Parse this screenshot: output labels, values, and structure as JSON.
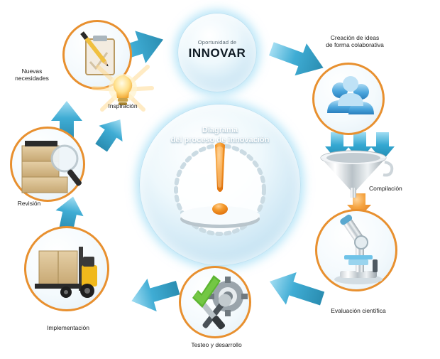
{
  "diagram": {
    "title_center_line1": "Diagrama",
    "title_center_line2": "del proceso de innovación",
    "hub": {
      "top_small": "Oportunidad de",
      "top_big": "INNOVAR",
      "icon": "exclamation-mark-icon"
    },
    "nodes": [
      {
        "id": "nuevas-necesidades",
        "label_line1": "Nuevas",
        "label_line2": "necesidades",
        "icon": "clipboard-pencil-icon",
        "ring": "#e8902f"
      },
      {
        "id": "inspiracion",
        "label_line1": "Inspiración",
        "label_line2": "",
        "icon": "lightbulb-icon",
        "ring": "#e8902f"
      },
      {
        "id": "oportunidad-innovar",
        "label_line1": "Oportunidad de",
        "label_line2": "INNOVAR",
        "icon": "glass-sphere-icon",
        "ring": "#9fd9ef"
      },
      {
        "id": "creacion-ideas",
        "label_line1": "Creación de ideas",
        "label_line2": "de forma colaborativa",
        "icon": "people-group-icon",
        "ring": "#e8902f"
      },
      {
        "id": "compilacion",
        "label_line1": "Compilación",
        "label_line2": "",
        "icon": "funnel-icon",
        "ring": "none"
      },
      {
        "id": "evaluacion-cientifica",
        "label_line1": "Evaluación científica",
        "label_line2": "",
        "icon": "microscope-icon",
        "ring": "#e8902f"
      },
      {
        "id": "testeo-desarrollo",
        "label_line1": "Testeo y desarrollo",
        "label_line2": "",
        "icon": "checkmark-gear-tools-icon",
        "ring": "#e8902f"
      },
      {
        "id": "implementacion",
        "label_line1": "Implementación",
        "label_line2": "",
        "icon": "forklift-box-icon",
        "ring": "#e8902f"
      },
      {
        "id": "revision",
        "label_line1": "Revisión",
        "label_line2": "",
        "icon": "boxes-magnifier-icon",
        "ring": "#e8902f"
      }
    ],
    "arrows": [
      {
        "id": "arrow-needs-to-opportunity",
        "direction": "right-up"
      },
      {
        "id": "arrow-opportunity-to-ideas",
        "direction": "right-down"
      },
      {
        "id": "arrow-ideas-to-funnel-1",
        "direction": "down"
      },
      {
        "id": "arrow-ideas-to-funnel-2",
        "direction": "down"
      },
      {
        "id": "arrow-ideas-to-funnel-3",
        "direction": "down"
      },
      {
        "id": "arrow-funnel-to-evaluation",
        "direction": "down"
      },
      {
        "id": "arrow-evaluation-to-testing",
        "direction": "left-down"
      },
      {
        "id": "arrow-testing-to-implementation",
        "direction": "left-up"
      },
      {
        "id": "arrow-implementation-to-review",
        "direction": "up"
      },
      {
        "id": "arrow-review-to-inspiration",
        "direction": "up-right"
      },
      {
        "id": "arrow-inspiration-to-needs",
        "direction": "up"
      }
    ],
    "colors": {
      "arrow_blue": "#2a9dc9",
      "arrow_blue_light": "#8fd6ee",
      "ring_orange": "#e8902f",
      "hub_blue": "#a9d6ec",
      "accent_orange": "#f08a1c",
      "check_green": "#5cb531",
      "text_dark": "#231f20",
      "background": "#ffffff"
    }
  }
}
